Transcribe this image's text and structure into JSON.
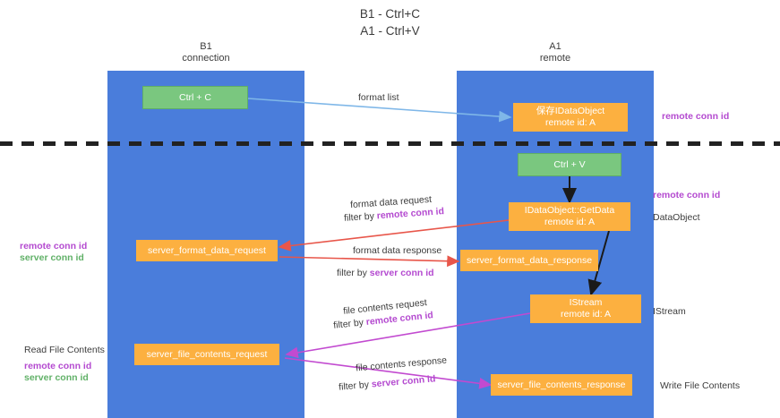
{
  "title": {
    "line1": "B1 - Ctrl+C",
    "line2": "A1 - Ctrl+V"
  },
  "columns": {
    "left": {
      "name": "B1",
      "role": "connection"
    },
    "right": {
      "name": "A1",
      "role": "remote"
    }
  },
  "boxes": {
    "ctrl_c": "Ctrl + C",
    "ctrl_v": "Ctrl + V",
    "idataobject_l1": "保存IDataObject",
    "idataobject_l2": "remote id: A",
    "getdata_l1": "IDataObject::GetData",
    "getdata_l2": "remote id: A",
    "istream_l1": "IStream",
    "istream_l2": "remote id: A",
    "server_format_data_request": "server_format_data_request",
    "server_format_data_response": "server_format_data_response",
    "server_file_contents_request": "server_file_contents_request",
    "server_file_contents_response": "server_file_contents_response"
  },
  "edge_labels": {
    "format_list": "format list",
    "format_data_request": "format data request",
    "format_data_request_filter_prefix": "filter by ",
    "format_data_request_filter_key": "remote conn id",
    "format_data_response": "format data response",
    "format_data_response_filter_prefix": "filter by ",
    "format_data_response_filter_key": "server conn id",
    "file_contents_request": "file contents request",
    "file_contents_request_filter_prefix": "filter by ",
    "file_contents_request_filter_key": "remote conn id",
    "file_contents_response": "file contents response",
    "file_contents_response_filter_prefix": "filter by ",
    "file_contents_response_filter_key": "server conn id"
  },
  "annotations": {
    "right_remote_conn_id_top": "remote conn id",
    "right_remote_conn_id_mid": "remote conn id",
    "right_dataobject": "DataObject",
    "right_istream": "IStream",
    "right_write_file_contents": "Write File Contents",
    "left_remote_conn_id_mid": "remote conn id",
    "left_server_conn_id_mid": "server conn id",
    "left_read_file_contents": "Read File Contents",
    "left_remote_conn_id_bottom": "remote conn id",
    "left_server_conn_id_bottom": "server conn id"
  },
  "colors": {
    "lane": "#4a7ddb",
    "green_box": "#7ac77f",
    "orange_box": "#fcb040",
    "arrow_blue": "#7fb7e8",
    "arrow_red": "#e8564a",
    "arrow_magenta": "#c24ad0",
    "arrow_black": "#1a1a1a",
    "key_remote": "#b44ad0",
    "key_server": "#61b168"
  }
}
